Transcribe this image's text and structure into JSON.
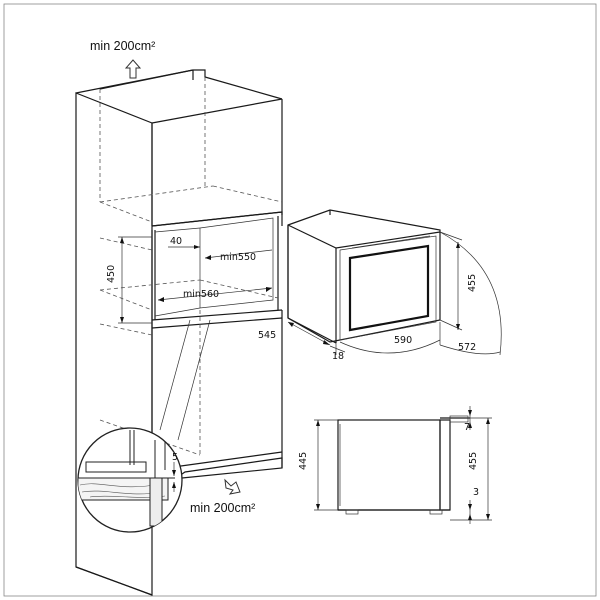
{
  "ventilation": {
    "top": "min 200cm²",
    "bottom": "min 200cm²"
  },
  "cabinet_dimensions": {
    "width_gap": "40",
    "inner_depth": "min550",
    "inner_width": "min560",
    "niche_height": "450"
  },
  "appliance_dimensions": {
    "height": "455",
    "depth": "545",
    "width": "590",
    "overall_depth": "572",
    "front_thickness": "18"
  },
  "side_view": {
    "left_height": "445",
    "right_height": "455",
    "top_gap": "7",
    "bottom_gap": "3"
  },
  "detail": {
    "gap": "5"
  }
}
